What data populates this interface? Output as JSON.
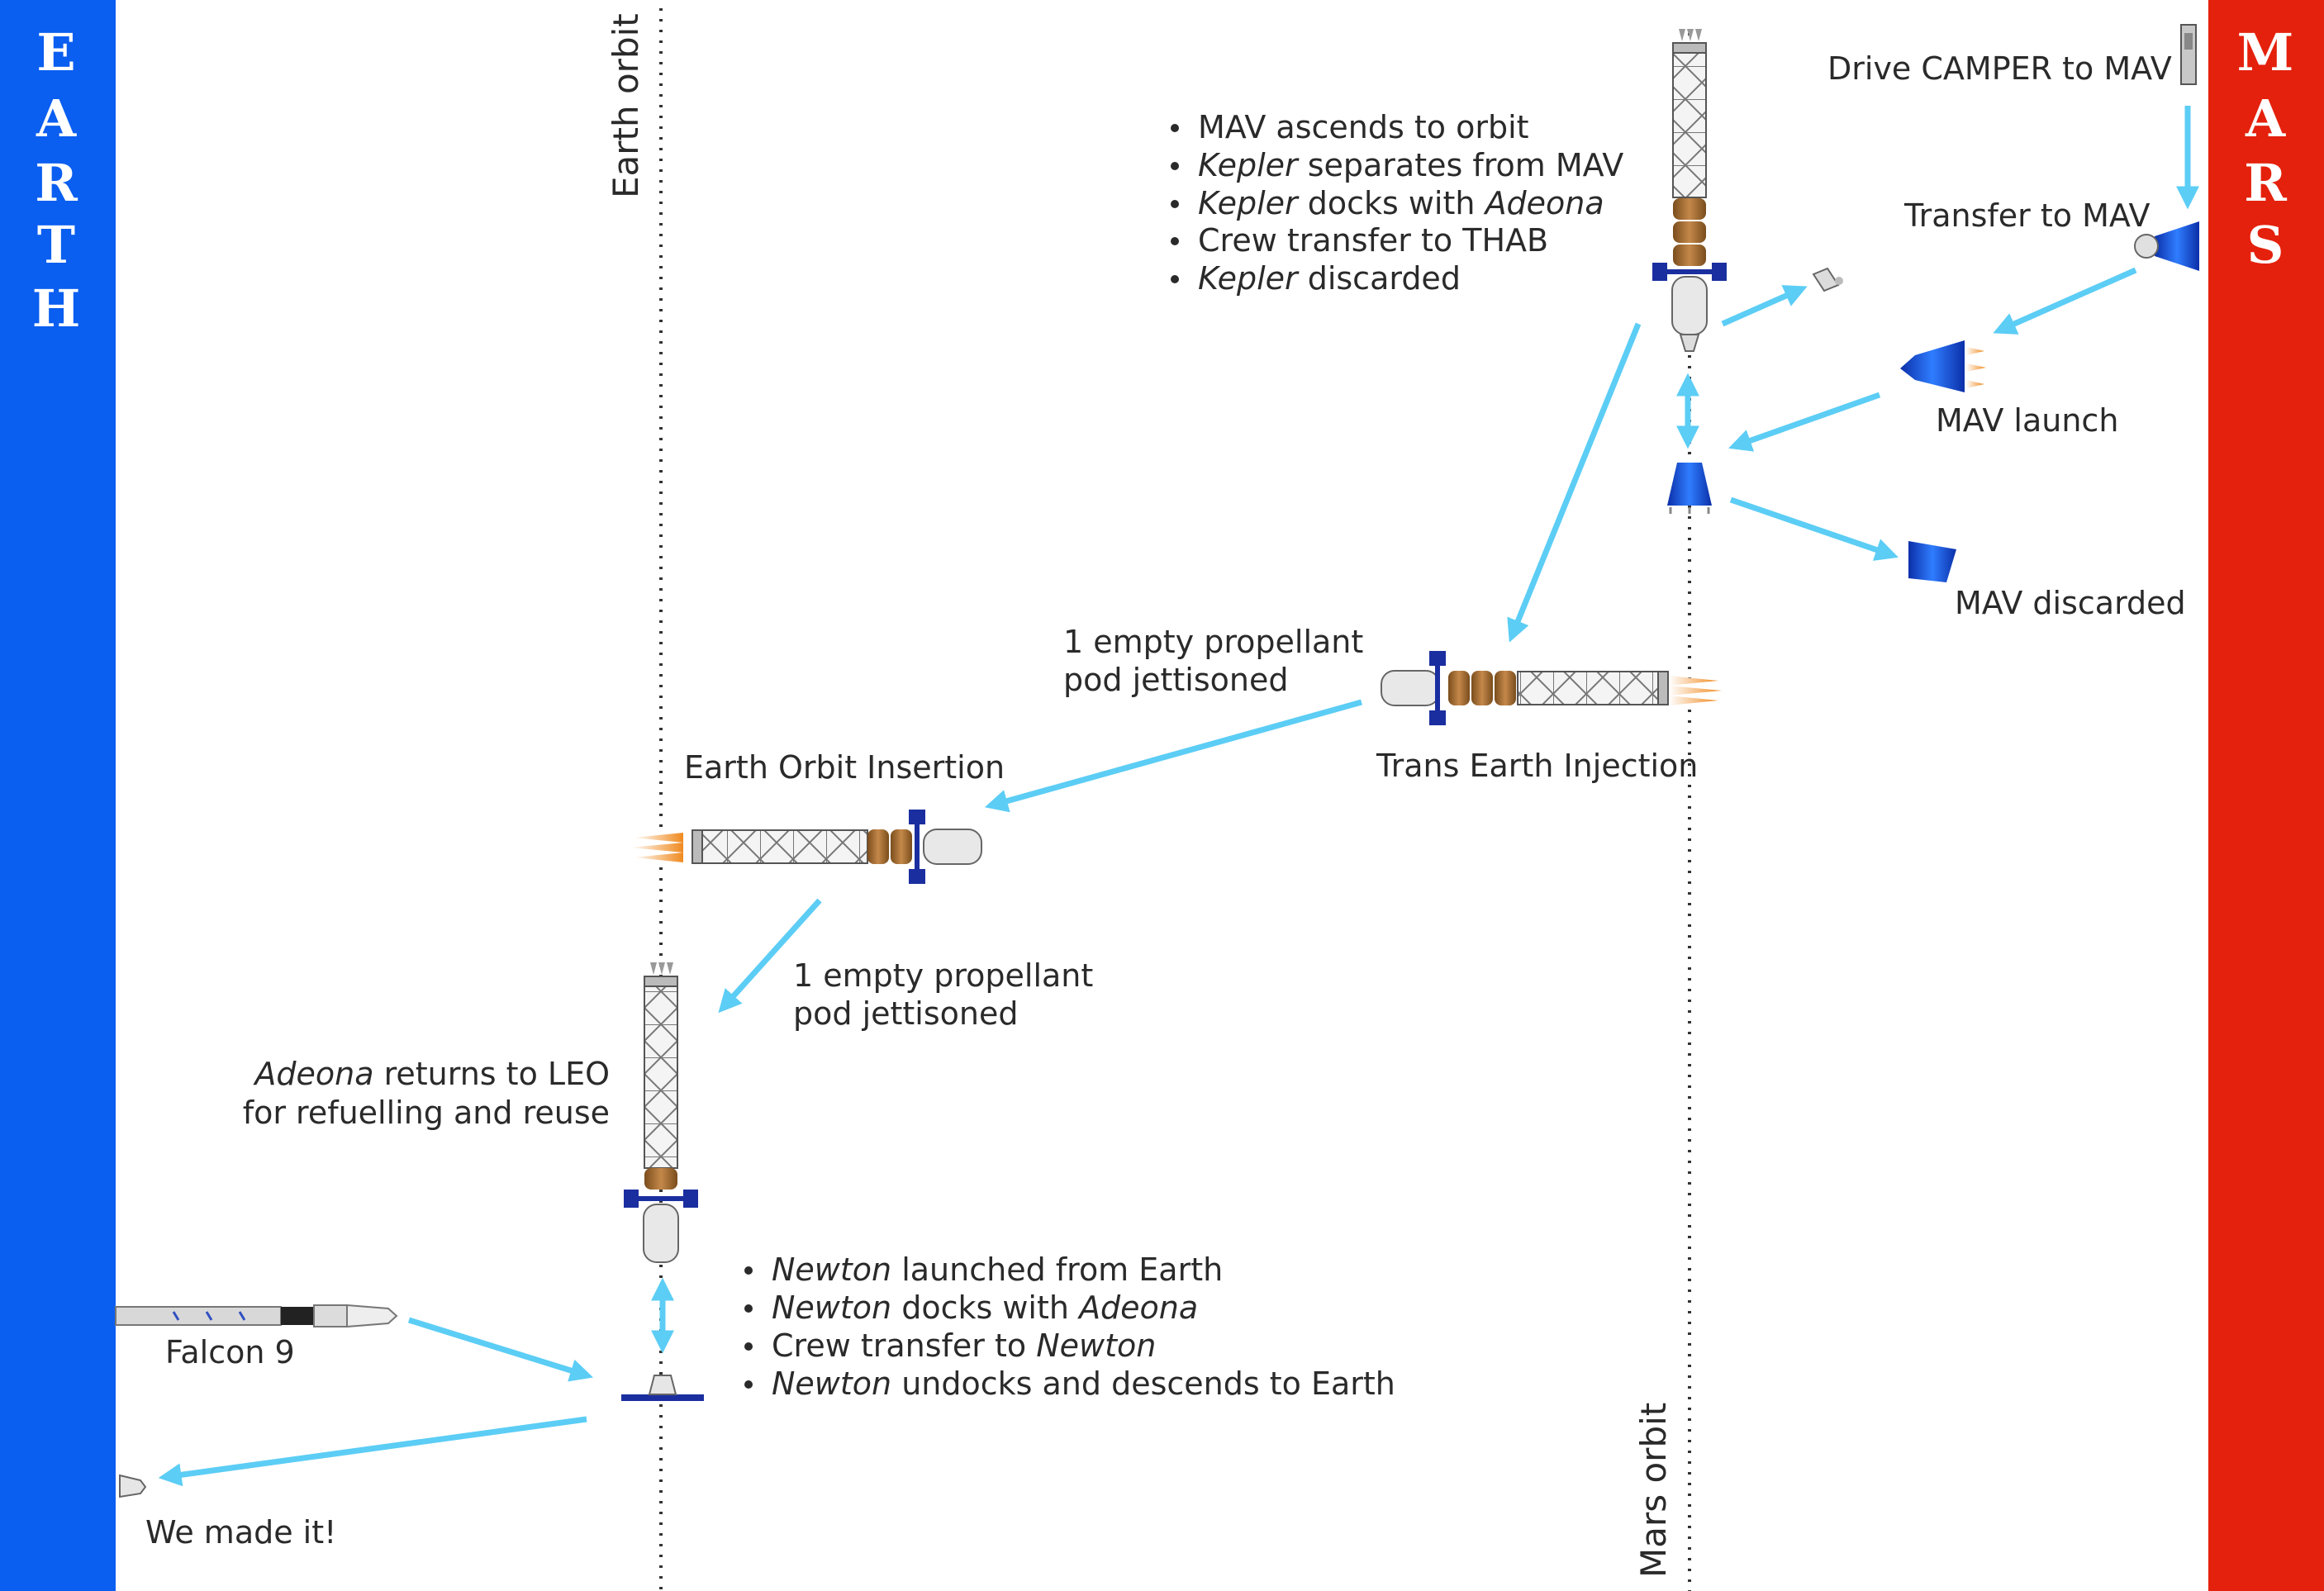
{
  "earth_bar": {
    "letters": [
      "E",
      "A",
      "R",
      "T",
      "H"
    ],
    "color": "#0a5ef0"
  },
  "mars_bar": {
    "letters": [
      "M",
      "A",
      "R",
      "S"
    ],
    "color": "#e4210c"
  },
  "arrow_color": "#5ccdf5",
  "earth_orbit_label": "Earth orbit",
  "mars_orbit_label": "Mars orbit",
  "labels": {
    "drive_camper": "Drive CAMPER to MAV",
    "transfer_to_mav": "Transfer to MAV",
    "mav_launch": "MAV launch",
    "mav_discarded": "MAV discarded",
    "trans_earth_injection": "Trans Earth Injection",
    "pod_jettisoned_1": [
      "1 empty propellant",
      "pod jettisoned"
    ],
    "earth_orbit_insertion": "Earth Orbit Insertion",
    "pod_jettisoned_2": [
      "1 empty propellant",
      "pod jettisoned"
    ],
    "adeona_returns": {
      "italic": "Adeona",
      "rest": " returns to LEO",
      "line2": "for refuelling and reuse"
    },
    "falcon9": "Falcon 9",
    "we_made_it": "We made it!"
  },
  "mav_list": [
    {
      "italic_start": "",
      "text": "MAV ascends to orbit",
      "italic_end": ""
    },
    {
      "italic_start": "Kepler",
      "text": " separates from MAV",
      "italic_end": ""
    },
    {
      "italic_start": "Kepler",
      "text": " docks with ",
      "italic_end": "Adeona"
    },
    {
      "italic_start": "",
      "text": "Crew transfer to THAB",
      "italic_end": ""
    },
    {
      "italic_start": "Kepler",
      "text": " discarded",
      "italic_end": ""
    }
  ],
  "newton_list": [
    {
      "italic_start": "Newton",
      "text": " launched from Earth",
      "italic_end": ""
    },
    {
      "italic_start": "Newton",
      "text": " docks with ",
      "italic_end": "Adeona"
    },
    {
      "italic_start": "",
      "text": "Crew transfer to ",
      "italic_end": "Newton"
    },
    {
      "italic_start": "Newton",
      "text": " undocks and descends to Earth",
      "italic_end": ""
    }
  ]
}
